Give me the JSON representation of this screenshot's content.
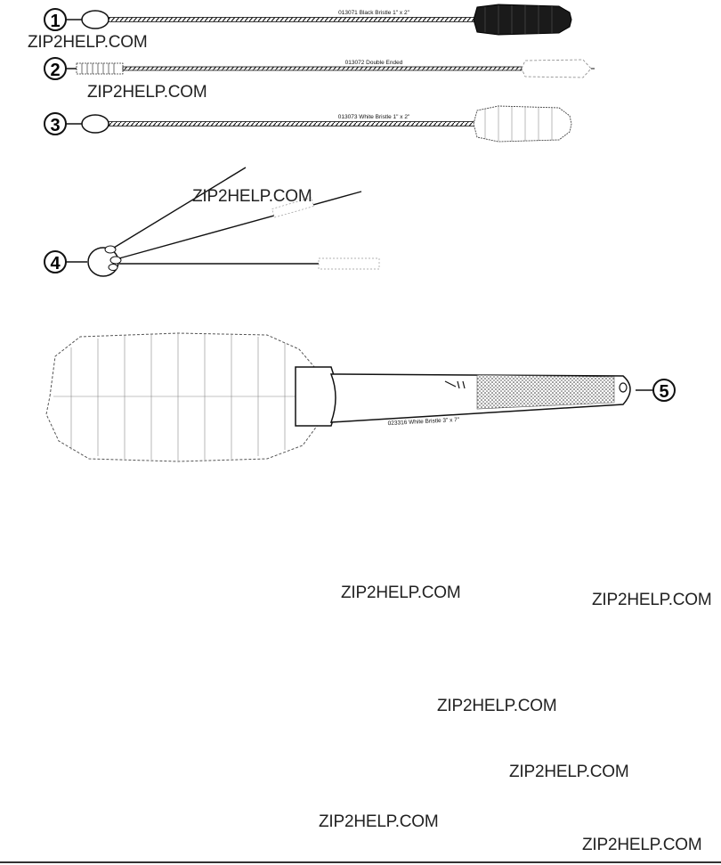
{
  "watermark": "ZIP2HELP.COM",
  "brushes": [
    {
      "number": "1",
      "label": "013071 Black Bristle 1\" x 2\""
    },
    {
      "number": "2",
      "label": "013072 Double Ended"
    },
    {
      "number": "3",
      "label": "013073 White Bristle 1\" x 2\""
    },
    {
      "number": "4",
      "label": ""
    },
    {
      "number": "5",
      "label": "023316 White Bristle 3\" x 7\""
    }
  ]
}
